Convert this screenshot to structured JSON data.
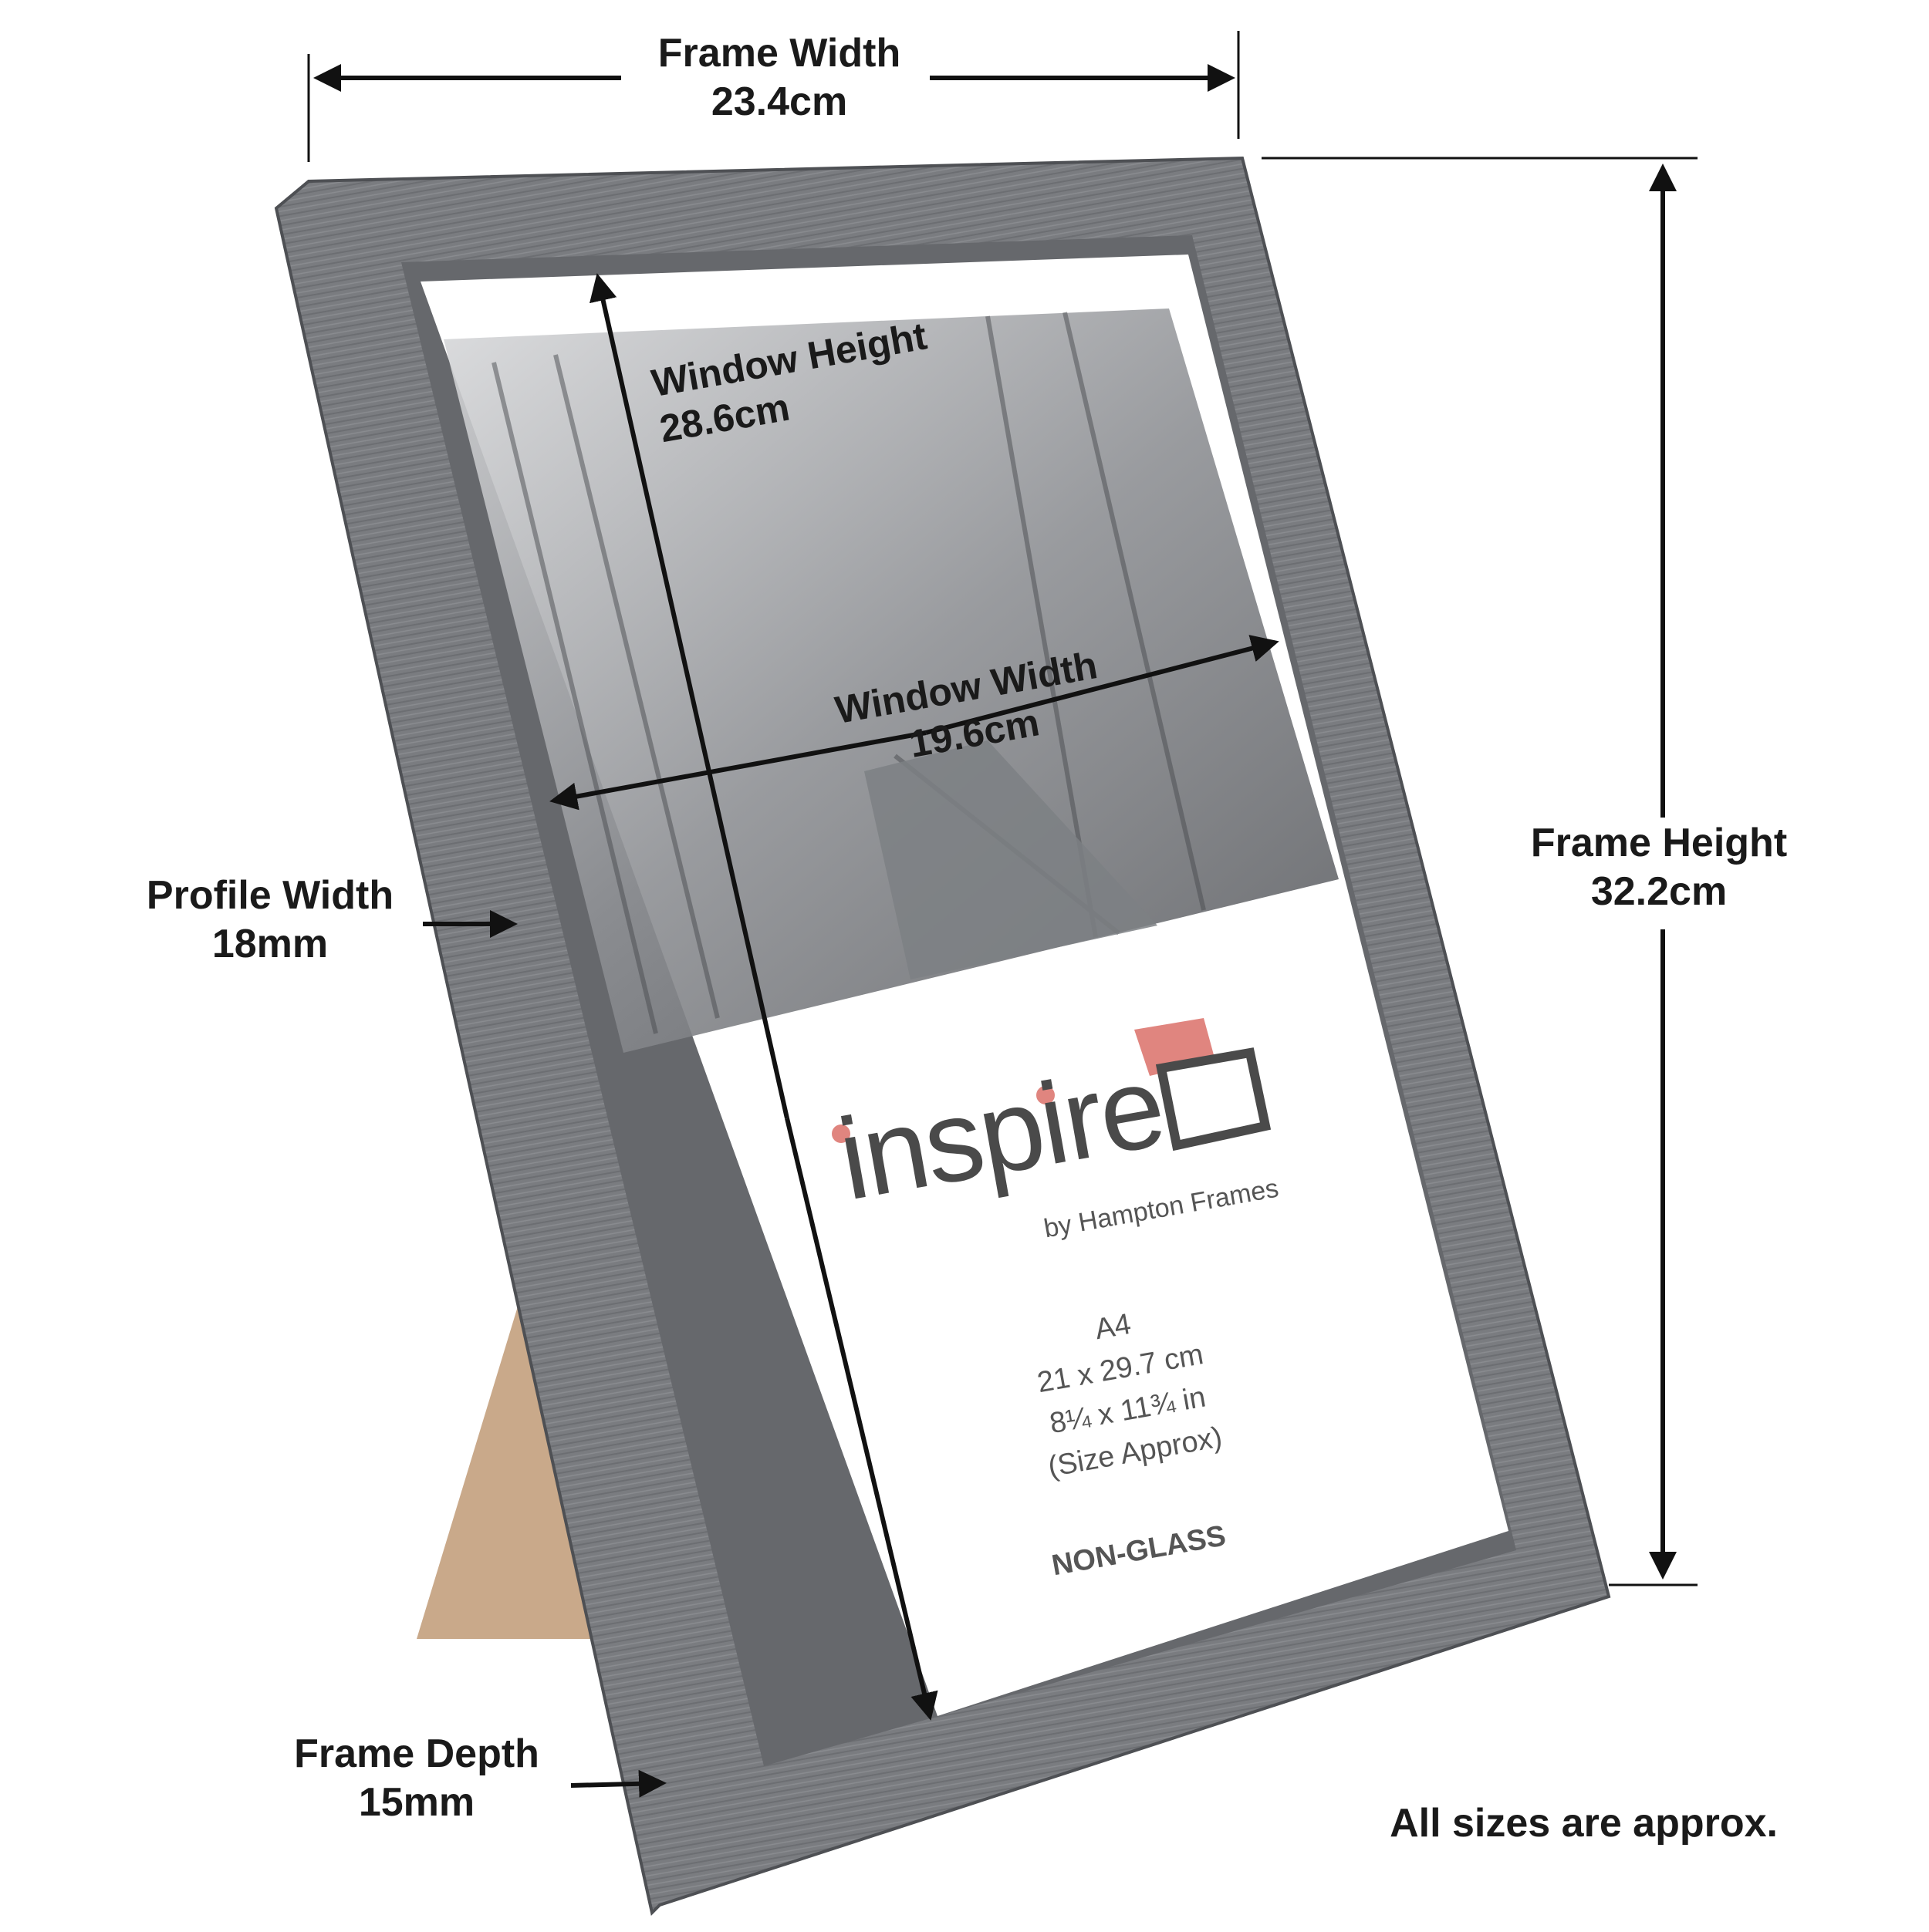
{
  "labels": {
    "frame_width": {
      "title": "Frame Width",
      "value": "23.4cm"
    },
    "frame_height": {
      "title": "Frame Height",
      "value": "32.2cm"
    },
    "window_height": {
      "title": "Window Height",
      "value": "28.6cm"
    },
    "window_width": {
      "title": "Window Width",
      "value": "19.6cm"
    },
    "profile_width": {
      "title": "Profile Width",
      "value": "18mm"
    },
    "frame_depth": {
      "title": "Frame Depth",
      "value": "15mm"
    },
    "note": "All sizes are approx."
  },
  "insert": {
    "brand": "inspire",
    "byline": "by Hampton Frames",
    "size_name": "A4",
    "size_cm": "21 x 29.7 cm",
    "size_in": "8¼ x 11¾ in",
    "size_note": "(Size Approx)",
    "material": "NON-GLASS"
  },
  "colors": {
    "frame": "#7a7c80",
    "frame_dark": "#5e6064",
    "frame_light": "#9a9ca0",
    "mat": "#ffffff",
    "easel_back": "#c9a98a",
    "logo_accent": "#e0857f",
    "arrow": "#111111"
  }
}
